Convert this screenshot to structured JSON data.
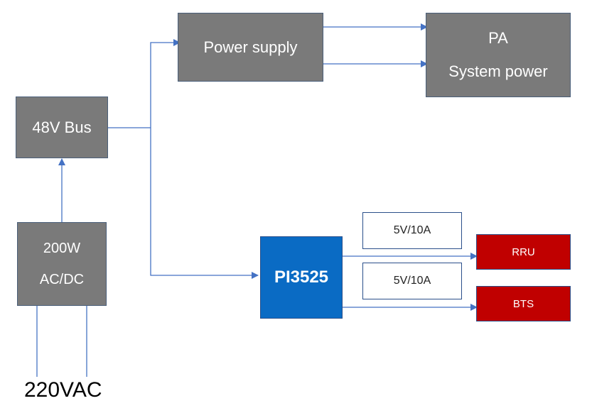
{
  "blocks": {
    "power_supply": "Power supply",
    "pa_line1": "PA",
    "pa_line2": "System power",
    "bus48": "48V Bus",
    "acdc_line1": "200W",
    "acdc_line2": "AC/DC",
    "pi3525": "PI3525",
    "rating_top": "5V/10A",
    "rating_bottom": "5V/10A",
    "rru": "RRU",
    "bts": "BTS"
  },
  "input_label": "220VAC",
  "colors": {
    "block_gray": "#7a7a7a",
    "block_blue": "#0a6bc4",
    "block_red": "#c00000",
    "line": "#4472c4"
  }
}
